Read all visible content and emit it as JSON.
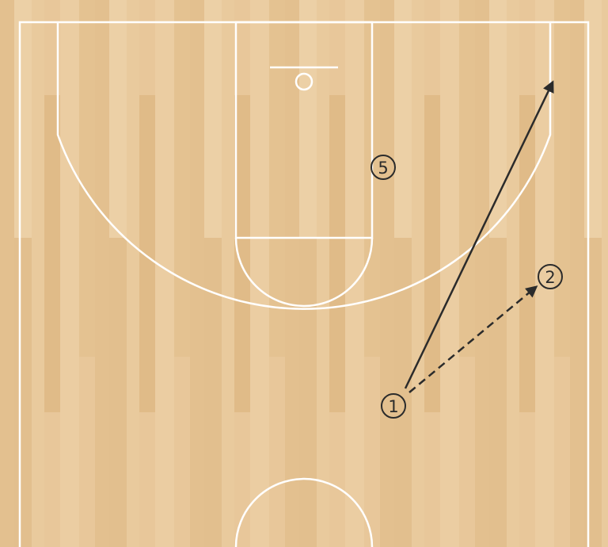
{
  "colors": {
    "floor": "#e6c495",
    "court_lines": "#ffffff",
    "ink": "#2b2b2b"
  },
  "players": [
    {
      "id": "p1",
      "label": "1"
    },
    {
      "id": "p2",
      "label": "2"
    },
    {
      "id": "p5",
      "label": "5"
    }
  ],
  "actions": [
    {
      "type": "pass",
      "from": "1",
      "to": "2",
      "style": "dashed"
    },
    {
      "type": "cut",
      "from": "1",
      "to": "right corner",
      "style": "solid"
    }
  ]
}
